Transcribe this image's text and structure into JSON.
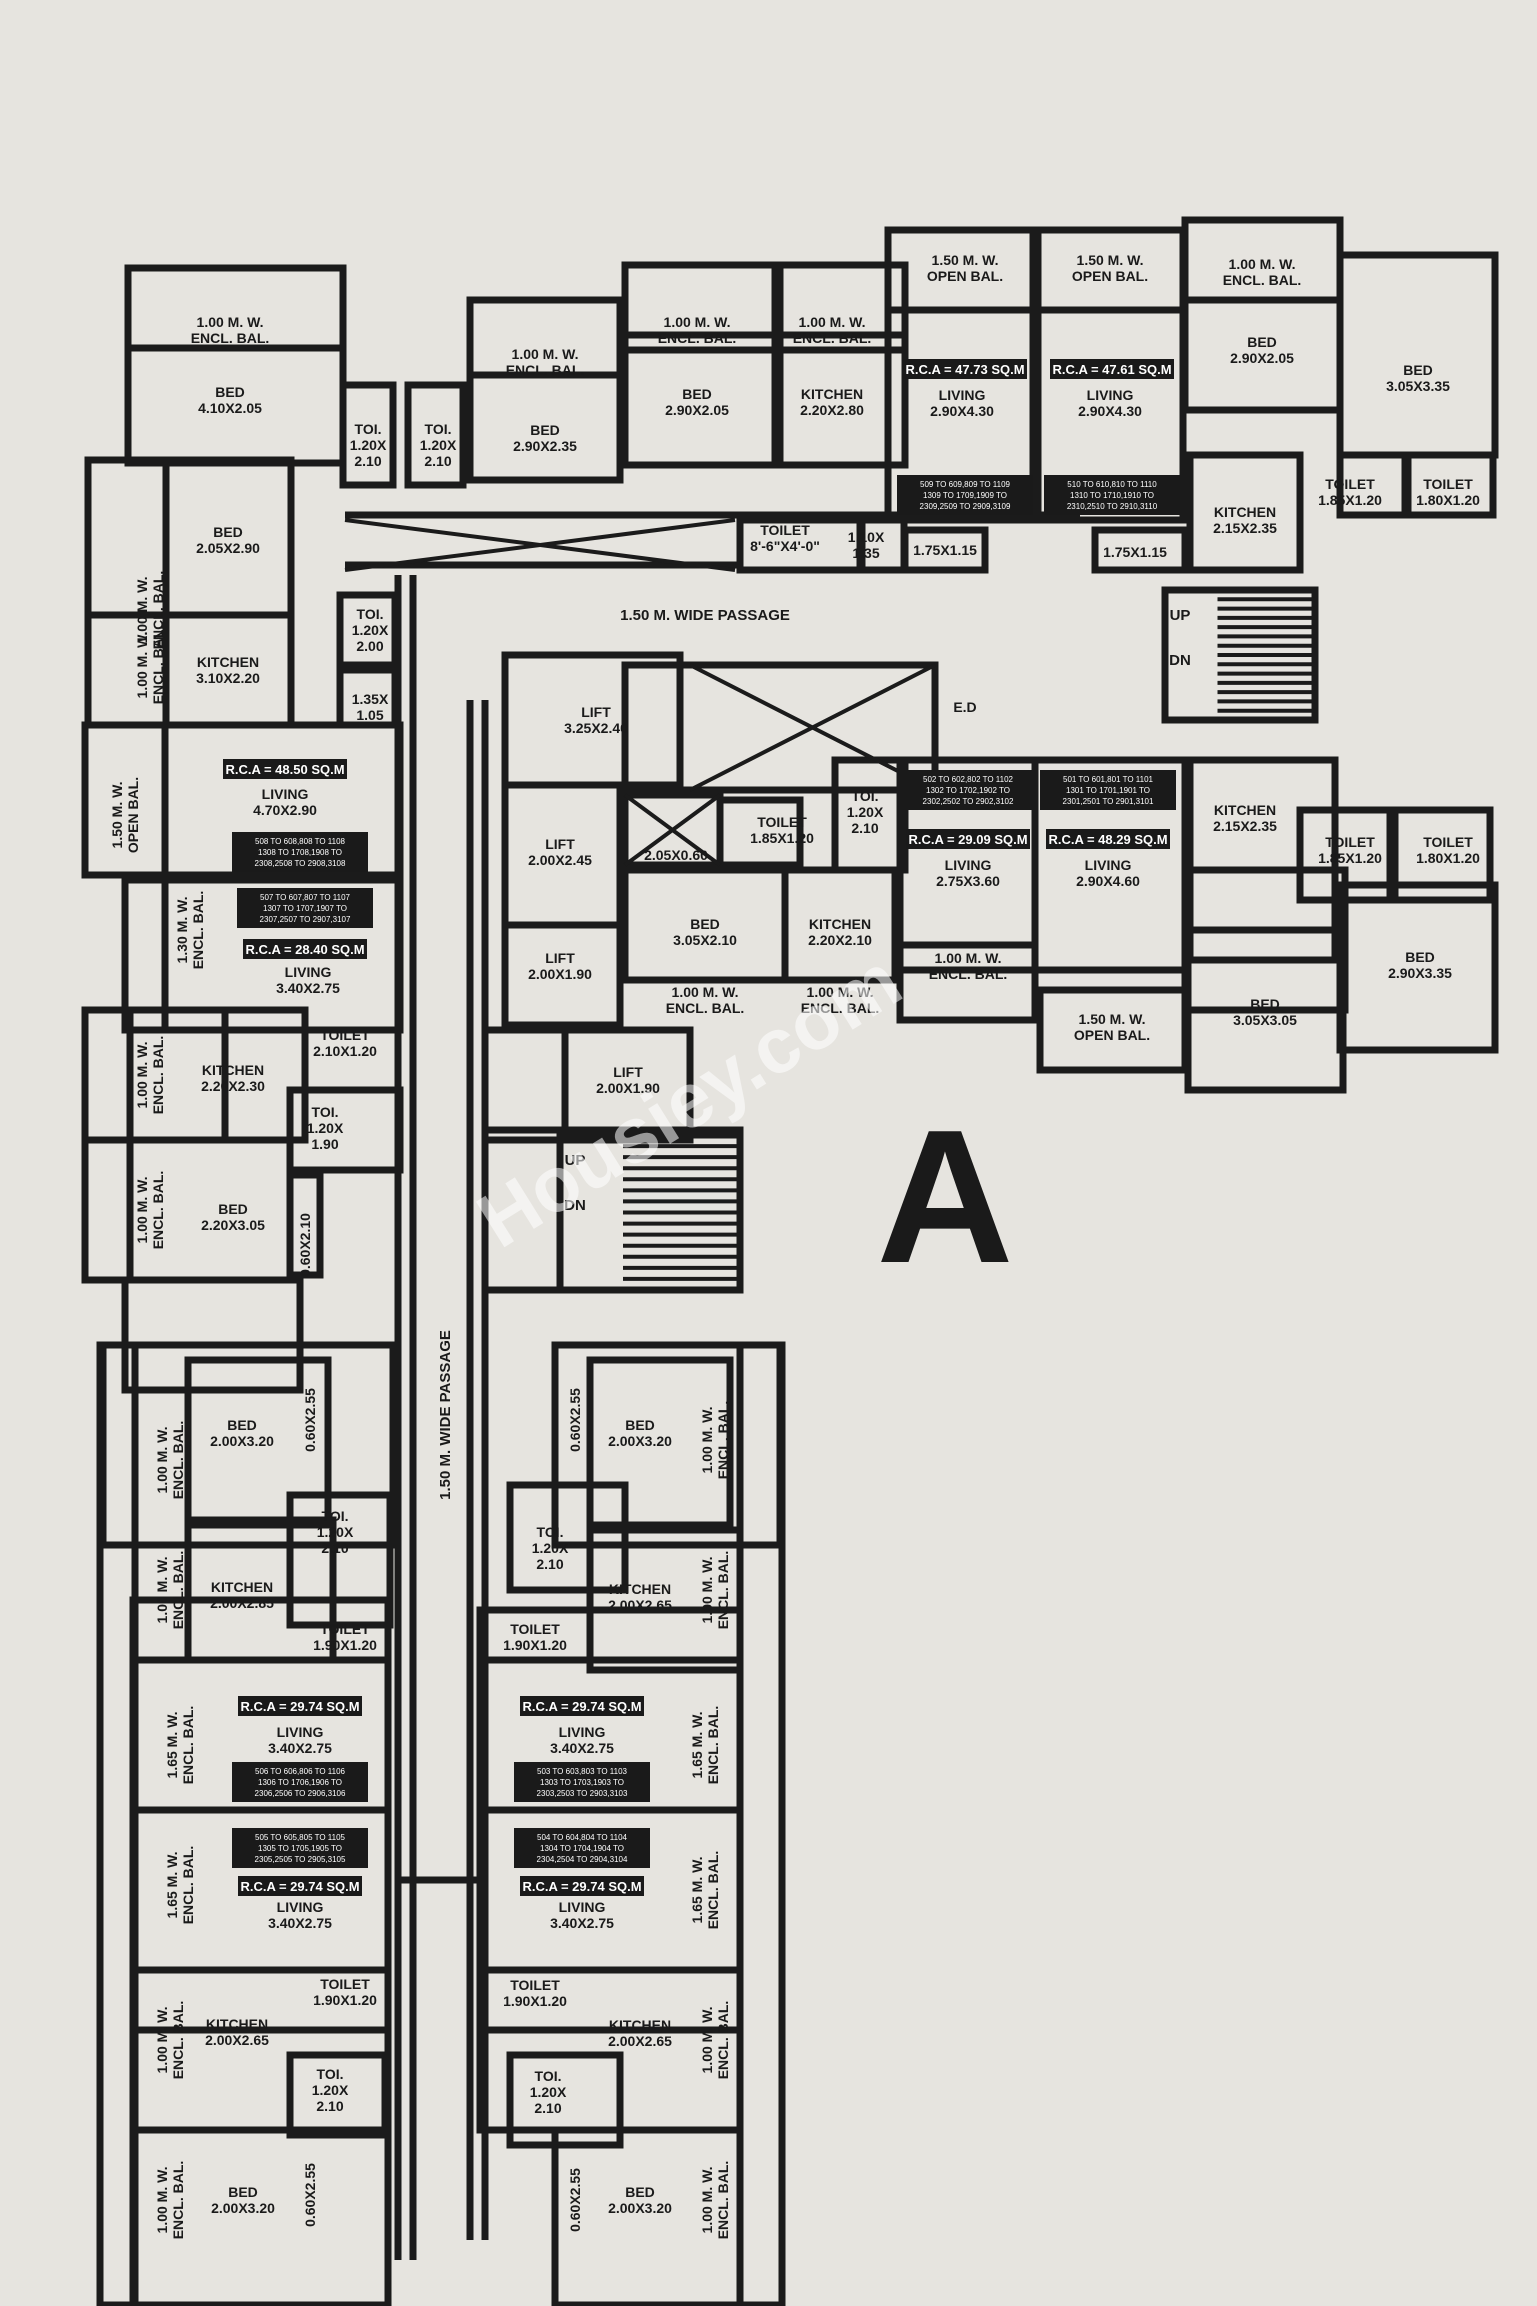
{
  "wing_label": "A",
  "watermark": "Housiey.com",
  "passages": {
    "top": "1.50 M. WIDE PASSAGE",
    "vertical": "1.50 M. WIDE PASSAGE"
  },
  "rooms": [
    {
      "id": "r1",
      "lines": [
        "1.00 M. W.",
        "ENCL. BAL."
      ]
    },
    {
      "id": "r2",
      "lines": [
        "BED",
        "4.10X2.05"
      ]
    },
    {
      "id": "r3",
      "lines": [
        "TOI.",
        "1.20X",
        "2.10"
      ]
    },
    {
      "id": "r4",
      "lines": [
        "TOI.",
        "1.20X",
        "2.10"
      ]
    },
    {
      "id": "r5",
      "lines": [
        "1.00 M. W.",
        "ENCL. BAL."
      ]
    },
    {
      "id": "r6",
      "lines": [
        "BED",
        "2.90X2.35"
      ]
    },
    {
      "id": "r7",
      "lines": [
        "1.00 M. W.",
        "ENCL. BAL."
      ]
    },
    {
      "id": "r8",
      "lines": [
        "BED",
        "2.90X2.05"
      ]
    },
    {
      "id": "r9",
      "lines": [
        "1.00 M. W.",
        "ENCL. BAL."
      ]
    },
    {
      "id": "r10",
      "lines": [
        "KITCHEN",
        "2.20X2.80"
      ]
    },
    {
      "id": "r11",
      "lines": [
        "1.50 M. W.",
        "OPEN BAL."
      ]
    },
    {
      "id": "r12",
      "lines": [
        "LIVING",
        "2.90X4.30"
      ]
    },
    {
      "id": "r13",
      "lines": [
        "1.50 M. W.",
        "OPEN BAL."
      ]
    },
    {
      "id": "r14",
      "lines": [
        "LIVING",
        "2.90X4.30"
      ]
    },
    {
      "id": "r15",
      "lines": [
        "1.00 M. W.",
        "ENCL. BAL."
      ]
    },
    {
      "id": "r16",
      "lines": [
        "BED",
        "2.90X2.05"
      ]
    },
    {
      "id": "r17",
      "lines": [
        "BED",
        "3.05X3.35"
      ]
    },
    {
      "id": "r18",
      "lines": [
        "TOILET",
        "1.85X1.20"
      ]
    },
    {
      "id": "r19",
      "lines": [
        "TOILET",
        "1.80X1.20"
      ]
    },
    {
      "id": "r20",
      "lines": [
        "KITCHEN",
        "2.15X2.35"
      ]
    },
    {
      "id": "r21",
      "lines": [
        "TOILET",
        "8'-6\"X4'-0\""
      ]
    },
    {
      "id": "r22",
      "lines": [
        "1.10X",
        "1.35"
      ]
    },
    {
      "id": "r23",
      "lines": [
        "1.75X1.15"
      ]
    },
    {
      "id": "r24",
      "lines": [
        "1.75X1.15"
      ]
    },
    {
      "id": "r25",
      "lines": [
        "BED",
        "2.05X2.90"
      ]
    },
    {
      "id": "r26",
      "lines": [
        "KITCHEN",
        "3.10X2.20"
      ]
    },
    {
      "id": "r27",
      "lines": [
        "TOI.",
        "1.20X",
        "2.00"
      ]
    },
    {
      "id": "r28",
      "lines": [
        "1.35X",
        "1.05"
      ]
    },
    {
      "id": "r29",
      "lines": [
        "LIVING",
        "4.70X2.90"
      ]
    },
    {
      "id": "r30",
      "lines": [
        "LIFT",
        "3.25X2.40"
      ]
    },
    {
      "id": "r31",
      "lines": [
        "LIFT",
        "2.00X2.45"
      ]
    },
    {
      "id": "r32",
      "lines": [
        "LIFT",
        "2.00X1.90"
      ]
    },
    {
      "id": "r33",
      "lines": [
        "2.05X0.60"
      ]
    },
    {
      "id": "r34",
      "lines": [
        "TOILET",
        "1.85X1.20"
      ]
    },
    {
      "id": "r35",
      "lines": [
        "TOI.",
        "1.20X",
        "2.10"
      ]
    },
    {
      "id": "r36",
      "lines": [
        "BED",
        "3.05X2.10"
      ]
    },
    {
      "id": "r37",
      "lines": [
        "KITCHEN",
        "2.20X2.10"
      ]
    },
    {
      "id": "r38",
      "lines": [
        "1.00 M. W.",
        "ENCL. BAL."
      ]
    },
    {
      "id": "r39",
      "lines": [
        "1.00 M. W.",
        "ENCL. BAL."
      ]
    },
    {
      "id": "r40",
      "lines": [
        "LIVING",
        "2.75X3.60"
      ]
    },
    {
      "id": "r41",
      "lines": [
        "1.00 M. W.",
        "ENCL. BAL."
      ]
    },
    {
      "id": "r42",
      "lines": [
        "LIVING",
        "2.90X4.60"
      ]
    },
    {
      "id": "r43",
      "lines": [
        "1.50 M. W.",
        "OPEN BAL."
      ]
    },
    {
      "id": "r44",
      "lines": [
        "KITCHEN",
        "2.15X2.35"
      ]
    },
    {
      "id": "r45",
      "lines": [
        "TOILET",
        "1.85X1.20"
      ]
    },
    {
      "id": "r46",
      "lines": [
        "TOILET",
        "1.80X1.20"
      ]
    },
    {
      "id": "r47",
      "lines": [
        "BED",
        "3.05X3.05"
      ]
    },
    {
      "id": "r48",
      "lines": [
        "BED",
        "2.90X3.35"
      ]
    },
    {
      "id": "r49",
      "lines": [
        "LIVING",
        "3.40X2.75"
      ]
    },
    {
      "id": "r50",
      "lines": [
        "KITCHEN",
        "2.20X2.30"
      ]
    },
    {
      "id": "r51",
      "lines": [
        "TOILET",
        "2.10X1.20"
      ]
    },
    {
      "id": "r52",
      "lines": [
        "TOI.",
        "1.20X",
        "1.90"
      ]
    },
    {
      "id": "r53",
      "lines": [
        "BED",
        "2.20X3.05"
      ]
    },
    {
      "id": "r54",
      "lines": [
        "LIFT",
        "2.00X1.90"
      ]
    },
    {
      "id": "r55",
      "lines": [
        "BED",
        "2.00X3.20"
      ]
    },
    {
      "id": "r56",
      "lines": [
        "TOI.",
        "1.20X",
        "2.10"
      ]
    },
    {
      "id": "r57",
      "lines": [
        "KITCHEN",
        "2.00X2.85"
      ]
    },
    {
      "id": "r58",
      "lines": [
        "TOILET",
        "1.90X1.20"
      ]
    },
    {
      "id": "r59",
      "lines": [
        "LIVING",
        "3.40X2.75"
      ]
    },
    {
      "id": "r60",
      "lines": [
        "LIVING",
        "3.40X2.75"
      ]
    },
    {
      "id": "r61",
      "lines": [
        "TOILET",
        "1.90X1.20"
      ]
    },
    {
      "id": "r62",
      "lines": [
        "KITCHEN",
        "2.00X2.65"
      ]
    },
    {
      "id": "r63",
      "lines": [
        "TOI.",
        "1.20X",
        "2.10"
      ]
    },
    {
      "id": "r64",
      "lines": [
        "BED",
        "2.00X3.20"
      ]
    },
    {
      "id": "r65",
      "lines": [
        "BED",
        "2.00X3.20"
      ]
    },
    {
      "id": "r66",
      "lines": [
        "TOI.",
        "1.20X",
        "2.10"
      ]
    },
    {
      "id": "r67",
      "lines": [
        "KITCHEN",
        "2.00X2.65"
      ]
    },
    {
      "id": "r68",
      "lines": [
        "TOILET",
        "1.90X1.20"
      ]
    },
    {
      "id": "r69",
      "lines": [
        "LIVING",
        "3.40X2.75"
      ]
    },
    {
      "id": "r70",
      "lines": [
        "LIVING",
        "3.40X2.75"
      ]
    },
    {
      "id": "r71",
      "lines": [
        "TOILET",
        "1.90X1.20"
      ]
    },
    {
      "id": "r72",
      "lines": [
        "KITCHEN",
        "2.00X2.65"
      ]
    },
    {
      "id": "r73",
      "lines": [
        "TOI.",
        "1.20X",
        "2.10"
      ]
    },
    {
      "id": "r74",
      "lines": [
        "BED",
        "2.00X3.20"
      ]
    },
    {
      "id": "r75",
      "lines": [
        "1.00 M. W.",
        "ENCL. BAL."
      ]
    },
    {
      "id": "r76",
      "lines": [
        "1.00 M. W.",
        "ENCL. BAL."
      ]
    },
    {
      "id": "r77",
      "lines": [
        "1.50 M. W.",
        "OPEN BAL."
      ]
    },
    {
      "id": "r78",
      "lines": [
        "1.30 M. W.",
        "ENCL. BAL."
      ]
    },
    {
      "id": "r79",
      "lines": [
        "1.00 M. W.",
        "ENCL. BAL."
      ]
    },
    {
      "id": "r80",
      "lines": [
        "1.00 M. W.",
        "ENCL. BAL."
      ]
    },
    {
      "id": "r81",
      "lines": [
        "1.00 M. W.",
        "ENCL. BAL."
      ]
    },
    {
      "id": "r82",
      "lines": [
        "1.00 M. W.",
        "ENCL. BAL."
      ]
    },
    {
      "id": "r83",
      "lines": [
        "1.65 M. W.",
        "ENCL. BAL."
      ]
    },
    {
      "id": "r84",
      "lines": [
        "1.65 M. W.",
        "ENCL. BAL."
      ]
    },
    {
      "id": "r85",
      "lines": [
        "1.00 M. W.",
        "ENCL. BAL."
      ]
    },
    {
      "id": "r86",
      "lines": [
        "1.00 M. W.",
        "ENCL. BAL."
      ]
    },
    {
      "id": "r87",
      "lines": [
        "1.00 M. W.",
        "ENCL. BAL."
      ]
    },
    {
      "id": "r88",
      "lines": [
        "1.00 M. W.",
        "ENCL. BAL."
      ]
    },
    {
      "id": "r89",
      "lines": [
        "1.65 M. W.",
        "ENCL. BAL."
      ]
    },
    {
      "id": "r90",
      "lines": [
        "1.65 M. W.",
        "ENCL. BAL."
      ]
    },
    {
      "id": "r91",
      "lines": [
        "1.00 M. W.",
        "ENCL. BAL."
      ]
    },
    {
      "id": "r92",
      "lines": [
        "1.00 M. W.",
        "ENCL. BAL."
      ]
    },
    {
      "id": "r93",
      "lines": [
        "0.60X2.10"
      ]
    },
    {
      "id": "r94",
      "lines": [
        "0.60X2.55"
      ]
    },
    {
      "id": "r95",
      "lines": [
        "0.60X2.55"
      ]
    },
    {
      "id": "r96",
      "lines": [
        "0.60X2.55"
      ]
    },
    {
      "id": "r97",
      "lines": [
        "0.60X2.55"
      ]
    }
  ],
  "rca_tags": [
    {
      "id": "t1",
      "text": "R.C.A = 47.73 SQ.M"
    },
    {
      "id": "t2",
      "text": "R.C.A = 47.61 SQ.M"
    },
    {
      "id": "t3",
      "text": "R.C.A = 48.50 SQ.M"
    },
    {
      "id": "t4",
      "text": "R.C.A = 29.09 SQ.M"
    },
    {
      "id": "t5",
      "text": "R.C.A = 48.29 SQ.M"
    },
    {
      "id": "t6",
      "text": "R.C.A = 28.40 SQ.M"
    },
    {
      "id": "t7",
      "text": "R.C.A = 29.74 SQ.M"
    },
    {
      "id": "t8",
      "text": "R.C.A = 29.74 SQ.M"
    },
    {
      "id": "t9",
      "text": "R.C.A = 29.74 SQ.M"
    },
    {
      "id": "t10",
      "text": "R.C.A = 29.74 SQ.M"
    }
  ],
  "flat_notes": [
    {
      "id": "n1",
      "lines": [
        "509 TO 609,809 TO 1109",
        "1309 TO 1709,1909 TO",
        "2309,2509 TO 2909,3109"
      ]
    },
    {
      "id": "n2",
      "lines": [
        "510 TO 610,810 TO 1110",
        "1310 TO 1710,1910 TO",
        "2310,2510 TO 2910,3110"
      ]
    },
    {
      "id": "n3",
      "lines": [
        "508 TO 608,808 TO 1108",
        "1308 TO 1708,1908 TO",
        "2308,2508 TO 2908,3108"
      ]
    },
    {
      "id": "n4",
      "lines": [
        "502 TO 602,802 TO 1102",
        "1302 TO 1702,1902 TO",
        "2302,2502 TO 2902,3102"
      ]
    },
    {
      "id": "n5",
      "lines": [
        "501 TO 601,801 TO 1101",
        "1301 TO 1701,1901 TO",
        "2301,2501 TO 2901,3101"
      ]
    },
    {
      "id": "n6",
      "lines": [
        "507 TO 607,807 TO 1107",
        "1307 TO 1707,1907 TO",
        "2307,2507 TO 2907,3107"
      ]
    },
    {
      "id": "n7",
      "lines": [
        "506 TO 606,806 TO 1106",
        "1306 TO 1706,1906 TO",
        "2306,2506 TO 2906,3106"
      ]
    },
    {
      "id": "n8",
      "lines": [
        "503 TO 603,803 TO 1103",
        "1303 TO 1703,1903 TO",
        "2303,2503 TO 2903,3103"
      ]
    },
    {
      "id": "n9",
      "lines": [
        "505 TO 605,805 TO 1105",
        "1305 TO 1705,1905 TO",
        "2305,2505 TO 2905,3105"
      ]
    },
    {
      "id": "n10",
      "lines": [
        "504 TO 604,804 TO 1104",
        "1304 TO 1704,1904 TO",
        "2304,2504 TO 2904,3104"
      ]
    }
  ],
  "stairs": [
    {
      "id": "s1",
      "up": "UP",
      "down": "DN"
    },
    {
      "id": "s2",
      "up": "UP",
      "down": "DN"
    }
  ],
  "duct_label": "E.D"
}
